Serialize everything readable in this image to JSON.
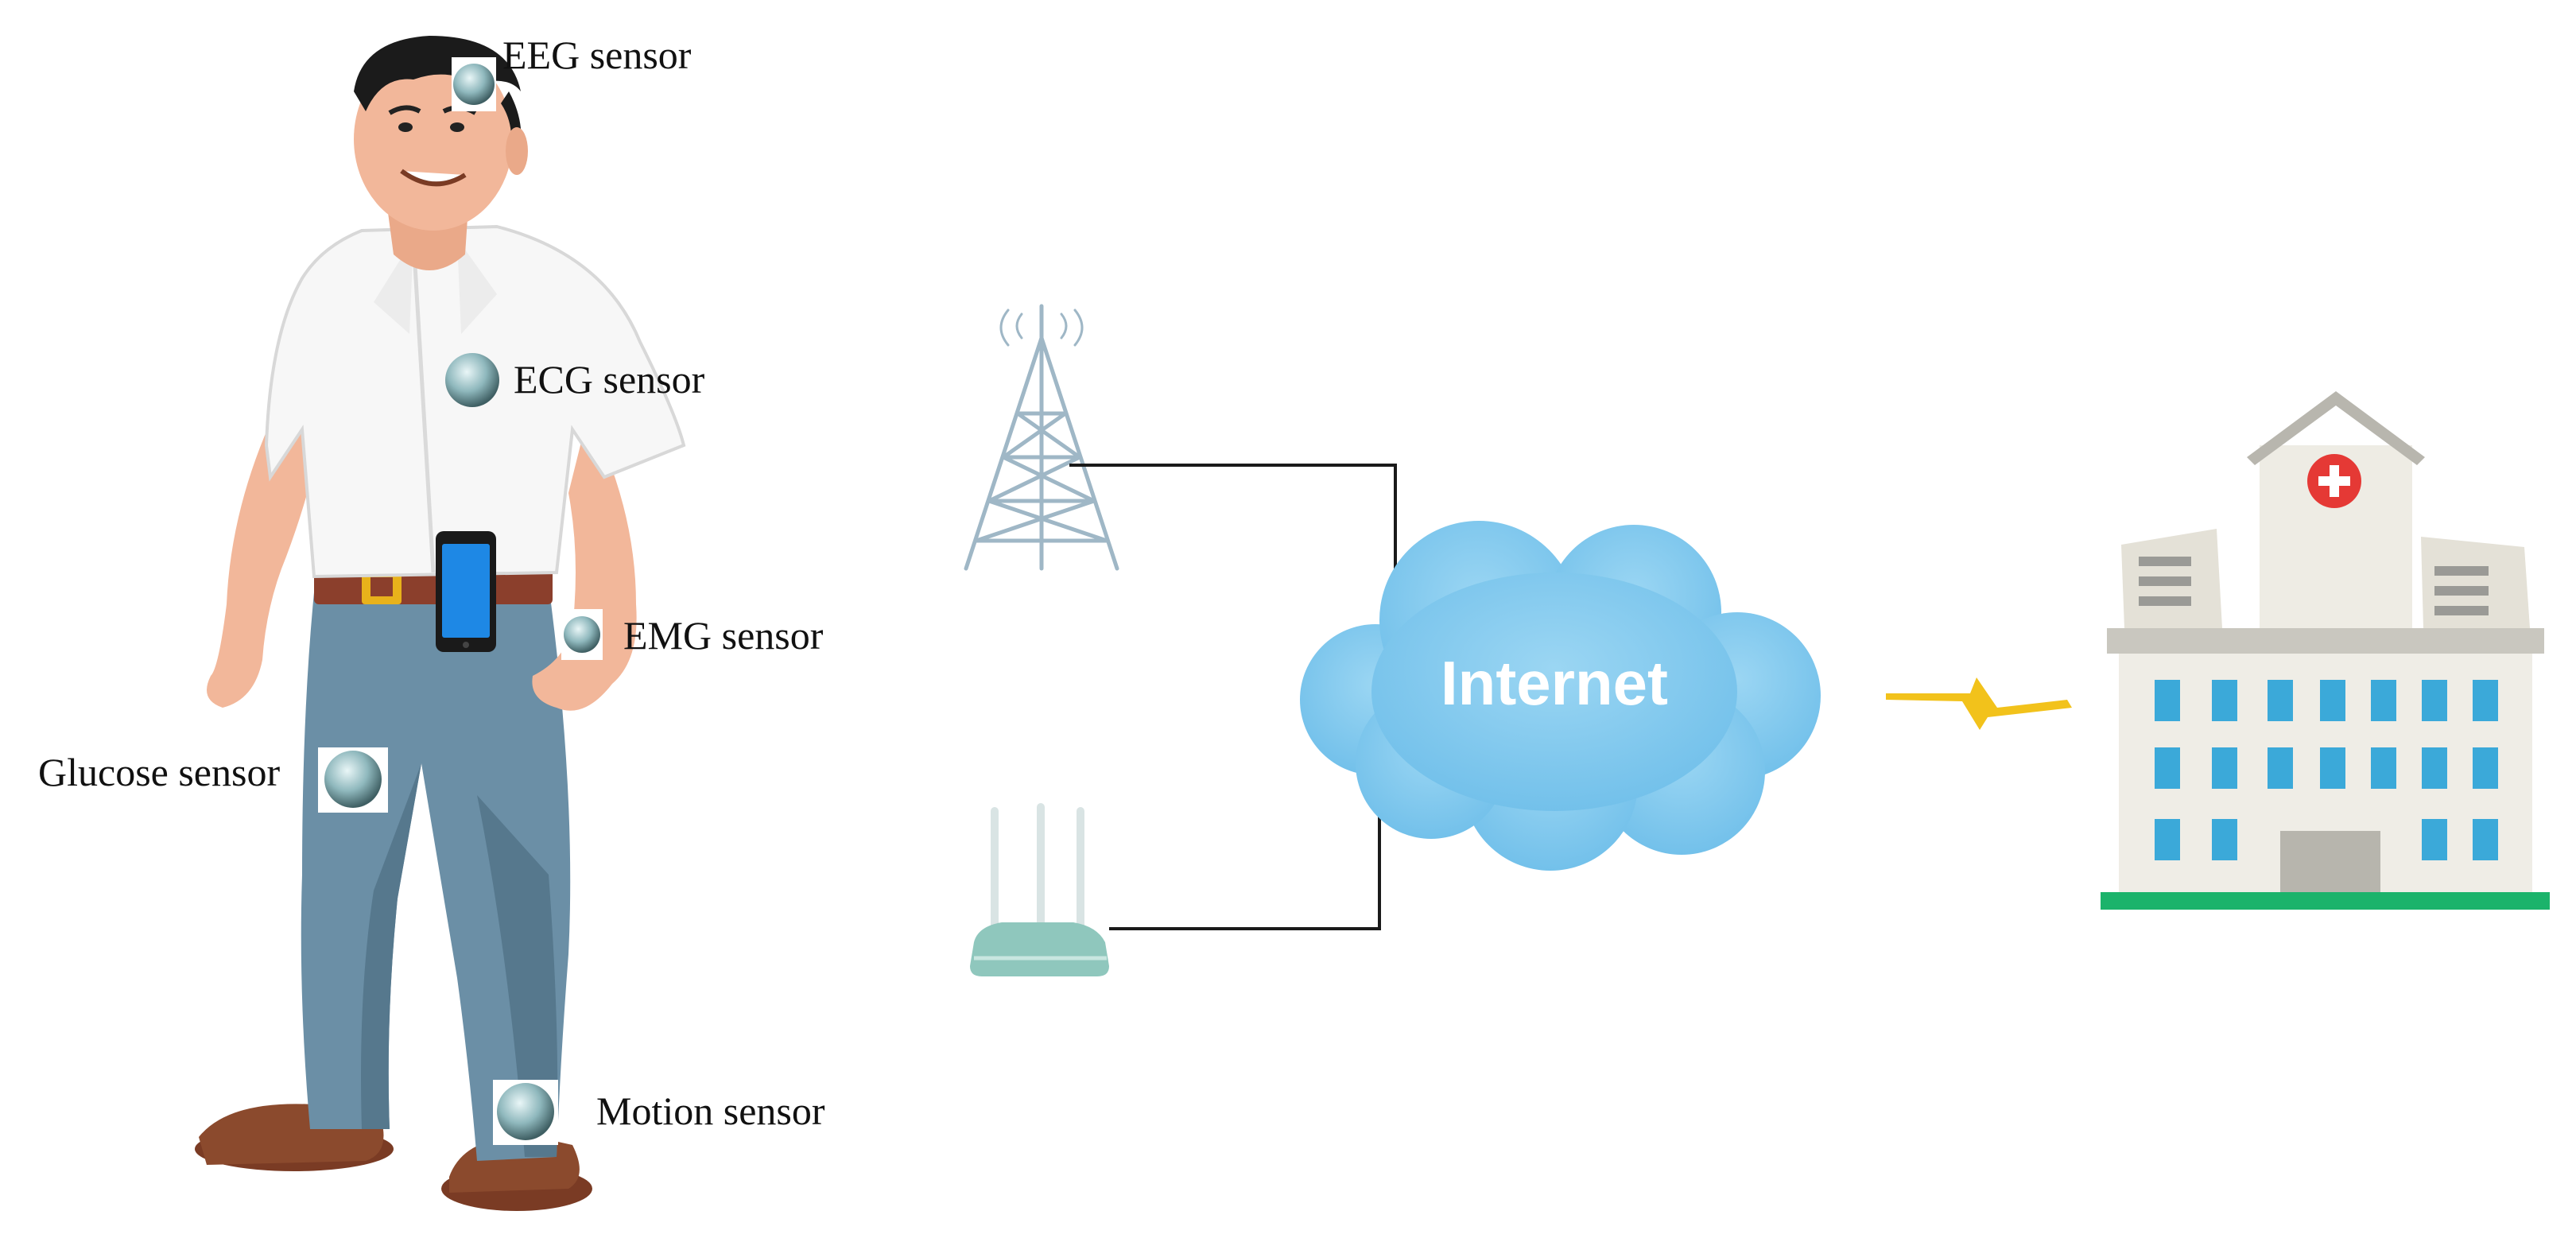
{
  "sensors": {
    "eeg": "EEG sensor",
    "ecg": "ECG sensor",
    "emg": "EMG sensor",
    "glucose": "Glucose sensor",
    "motion": "Motion sensor"
  },
  "network": {
    "internet": "Internet"
  },
  "icons": {
    "person": "person-icon",
    "smartphone": "smartphone-icon",
    "tower": "cell-tower-icon",
    "router": "wifi-router-icon",
    "cloud": "cloud-icon",
    "link": "lightning-link-icon",
    "hospital": "hospital-icon"
  },
  "colors": {
    "cloud": "#7fc9ee",
    "hospital_cross": "#e53935",
    "hospital_windows": "#3ba9d9",
    "hospital_base": "#1bb36b",
    "signal": "#f2c21b",
    "wire": "#1a1a1a"
  }
}
